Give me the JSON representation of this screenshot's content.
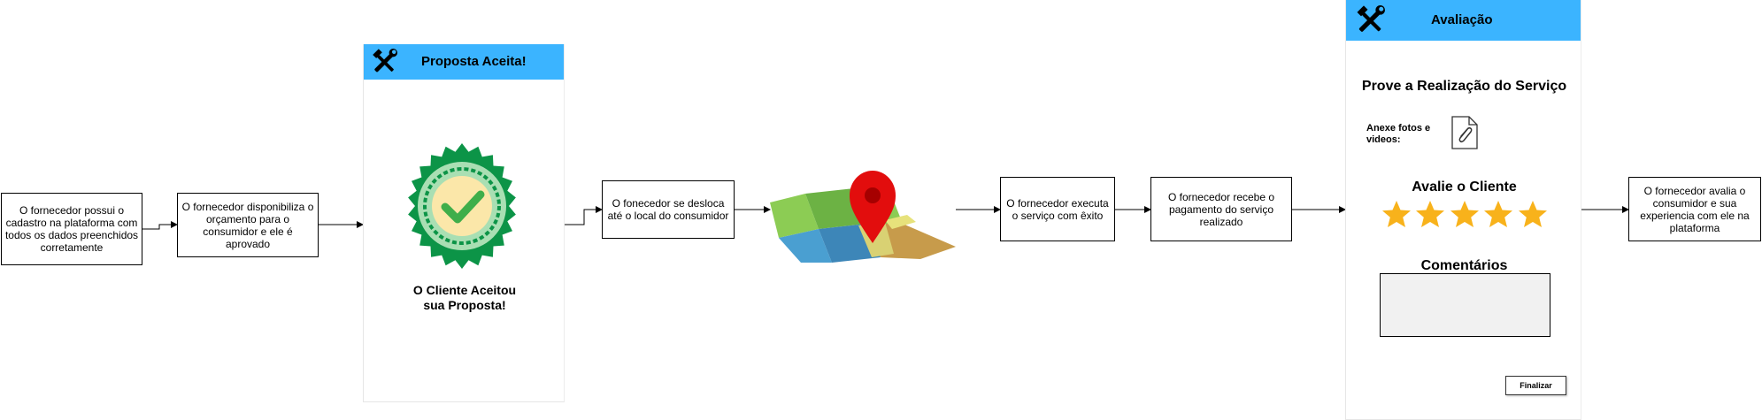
{
  "steps": {
    "step1": "O fornecedor possui o cadastro na plataforma com todos os dados preenchidos corretamente",
    "step2": "O fornecedor disponibiliza o orçamento para o consumidor e ele é aprovado",
    "step3": "O fonecedor se desloca até o local do consumidor",
    "step4": "O fornecedor executa o serviço com êxito",
    "step5": "O fornecedor recebe o pagamento do serviço realizado",
    "step6": "O fornecedor avalia o consumidor e sua experiencia com ele na plataforma"
  },
  "proposal_panel": {
    "title": "Proposta Aceita!",
    "message": "O Cliente Aceitou sua Proposta!"
  },
  "review_panel": {
    "title": "Avaliação",
    "proof_heading": "Prove a Realização do Serviço",
    "attach_label": "Anexe fotos e videos:",
    "rate_heading": "Avalie o Cliente",
    "rating_stars": 5,
    "comments_heading": "Comentários",
    "finish_button": "Finalizar"
  },
  "colors": {
    "header_blue": "#3bb4ff",
    "badge_green": "#0c9447",
    "check_green": "#3fae4a",
    "star_yellow": "#f8b21b",
    "pin_red": "#e20d0d"
  },
  "icons": [
    "tools-icon",
    "verified-badge-icon",
    "map-pin-icon",
    "attachment-file-icon",
    "star-icon"
  ]
}
